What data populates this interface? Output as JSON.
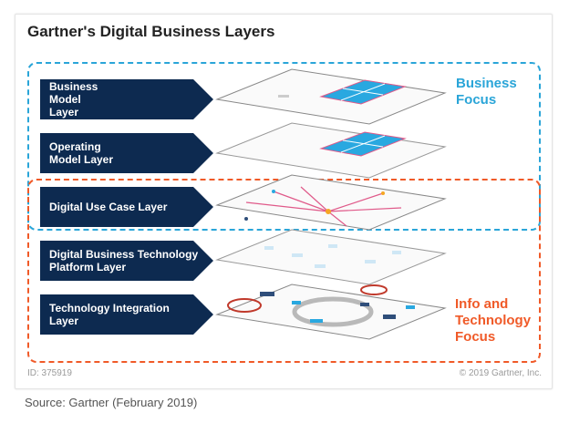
{
  "title": "Gartner's Digital Business Layers",
  "layers": [
    {
      "label": "Business Model Layer"
    },
    {
      "label": "Operating Model Layer"
    },
    {
      "label": "Digital Use Case Layer"
    },
    {
      "label": "Digital Business Technology Platform Layer"
    },
    {
      "label": "Technology Integration Layer"
    }
  ],
  "focus": {
    "business": "Business Focus",
    "info": "Info and Technology Focus"
  },
  "footer": {
    "id": "ID: 375919",
    "copyright": "© 2019 Gartner, Inc."
  },
  "source": "Source: Gartner (February 2019)",
  "colors": {
    "arrow": "#0d2a50",
    "business_focus": "#2aa5d8",
    "info_focus": "#f05a28",
    "plate_highlight": "#29a8e0"
  }
}
